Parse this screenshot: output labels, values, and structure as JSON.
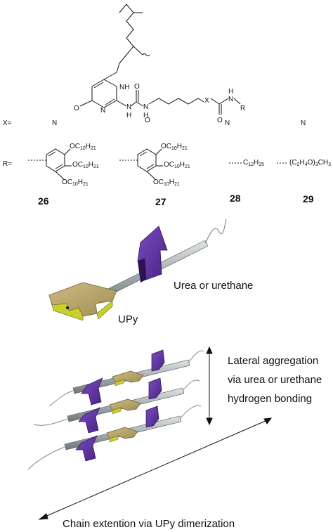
{
  "structure": {
    "atoms": {
      "nh_ring": "NH",
      "n_ring": "N",
      "o_ring": "O",
      "nh1": "N",
      "nh1_h": "H",
      "o_urea": "O",
      "nh2": "N",
      "nh2_h": "H",
      "x": "X",
      "o_amide": "O",
      "nh3": "N",
      "nh3_h": "H",
      "r": "R"
    },
    "x_label": "X=",
    "r_label": "R=",
    "compounds": [
      {
        "number": "26",
        "x": "N",
        "r": "gallate"
      },
      {
        "number": "27",
        "x": "O",
        "r": "gallate"
      },
      {
        "number": "28",
        "x": "N",
        "r": "C12H25"
      },
      {
        "number": "29",
        "x": "N",
        "r": "(C2H4O)3CH3"
      }
    ],
    "gallate_sub": "OC",
    "gallate_subscript": "10",
    "gallate_h": "H",
    "gallate_hsub": "21",
    "c12_main": "C",
    "c12_sub1": "12",
    "c12_h": "H",
    "c12_sub2": "25",
    "peg_open": "(C",
    "peg_s1": "2",
    "peg_h": "H",
    "peg_s2": "4",
    "peg_o": "O)",
    "peg_s3": "3",
    "peg_ch": "CH",
    "peg_s4": "3"
  },
  "labels": {
    "urea_or_urethane": "Urea or urethane",
    "upy": "UPy",
    "lateral_1": "Lateral aggregation",
    "lateral_2": "via urea or urethane",
    "lateral_3": "hydrogen bonding",
    "chain_extension": "Chain extention via UPy dimerization"
  },
  "colors": {
    "purple": "#5b2e9e",
    "purple_dark": "#3c1b70",
    "tan": "#b7a36a",
    "tan_dark": "#8c7a45",
    "yellow_green": "#c8d12a",
    "rod": "#a9b0b2",
    "rod_dark": "#6d7477"
  }
}
